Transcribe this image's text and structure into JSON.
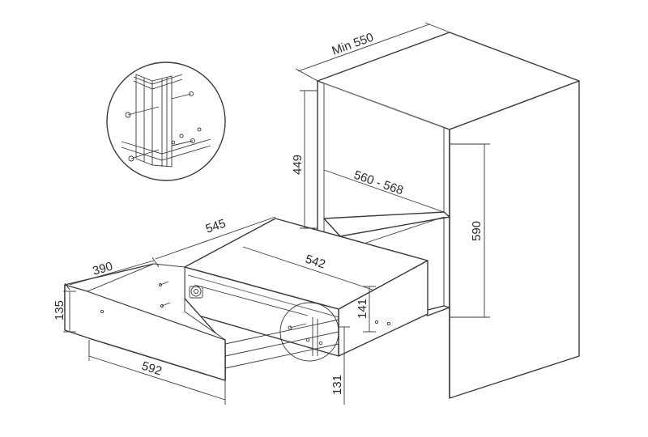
{
  "dimensions": {
    "min_depth": "Min 550",
    "niche_height": "449",
    "niche_width": "560 - 568",
    "cabinet_height": "590",
    "drawer_depth": "545",
    "body_width": "542",
    "front_height": "135",
    "front_depth": "390",
    "front_width": "592",
    "body_height": "141",
    "bottom_offset": "131"
  }
}
